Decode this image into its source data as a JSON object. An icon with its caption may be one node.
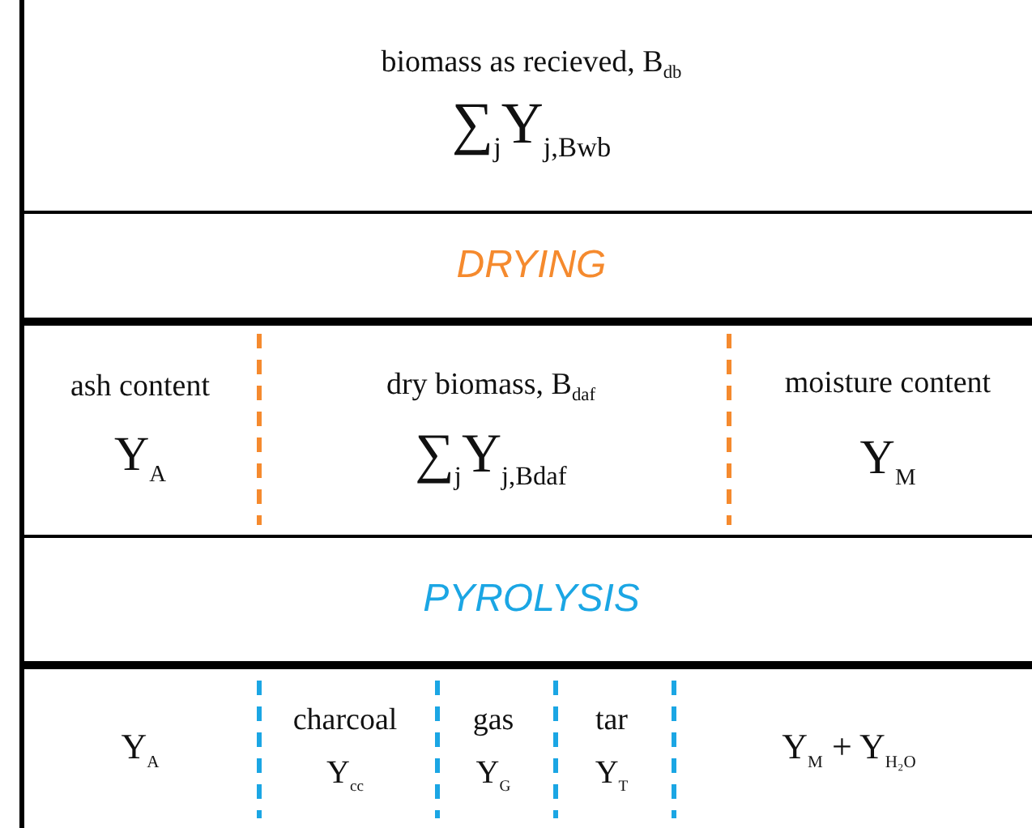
{
  "diagram": {
    "nodes": [
      {
        "text": [
          "biomass  as recieved, B$_{db}$",
          "∑$_{j}$Y$_{j,Bwb}$"
        ]
      },
      {
        "text": [
          "DRYING"
        ]
      },
      {
        "text": [],
        "shape": "box"
      },
      {
        "text": [
          "ash content",
          "Y$_{A}$"
        ],
        "in": 2
      },
      {
        "text": [
          "dry biomass, B$_{daf}$",
          "∑$_{j}$Y$_{j,Bdaf}$"
        ],
        "in": 2
      },
      {
        "text": [
          "moisture  content",
          "Y$_{M}$"
        ],
        "in": 2
      },
      {
        "text": [
          "PYROLYSIS"
        ]
      },
      {
        "text": [],
        "shape": "box"
      },
      {
        "text": [
          "Y$_{A}$"
        ],
        "in": 7
      },
      {
        "text": [
          "charcoal",
          "Y$_{cc}$"
        ],
        "in": 7
      },
      {
        "text": [
          "gas",
          "Y$_{G}$"
        ],
        "in": 7
      },
      {
        "text": [
          "tar",
          "Y$_{T}$"
        ],
        "in": 7
      },
      {
        "text": [
          "Y$_{M}$ + Y$_{H₂O}$"
        ],
        "in": 7
      }
    ]
  }
}
